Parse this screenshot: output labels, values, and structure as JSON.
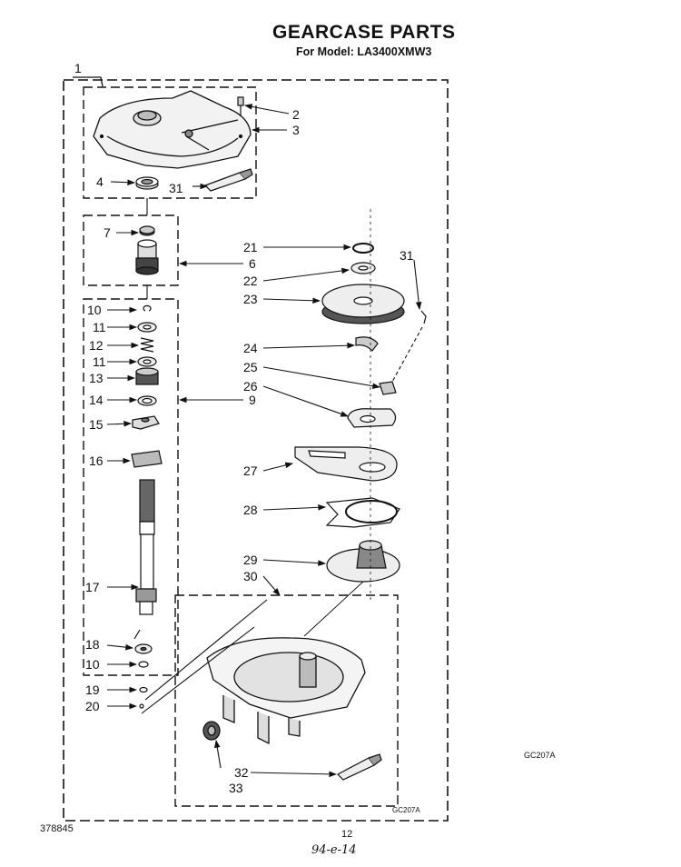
{
  "header": {
    "title": "GEARCASE PARTS",
    "model_line": "For Model: LA3400XMW3"
  },
  "footer": {
    "doc_number": "378845",
    "page_number": "12",
    "handwritten_date": "94-e-14"
  },
  "figure_codes": {
    "outside": "GC207A",
    "inside": "GC207A"
  },
  "part_callouts": [
    "1",
    "2",
    "3",
    "4",
    "31",
    "7",
    "6",
    "10",
    "11",
    "12",
    "11",
    "13",
    "14",
    "9",
    "15",
    "16",
    "17",
    "18",
    "10",
    "19",
    "20",
    "21",
    "22",
    "23",
    "24",
    "25",
    "26",
    "27",
    "28",
    "29",
    "30",
    "31",
    "32",
    "33"
  ],
  "assembly_groups": [
    "cover-group",
    "shaft-top-group",
    "shaft-parts-group",
    "gearcase-housing-group"
  ]
}
